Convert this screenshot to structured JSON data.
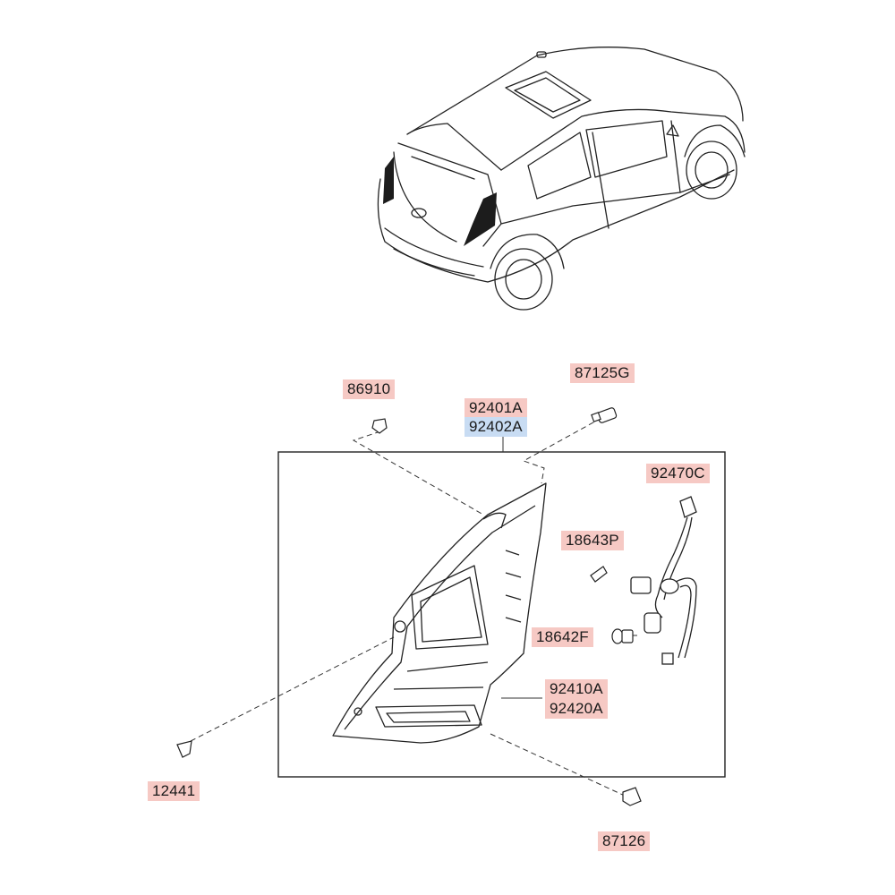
{
  "parts": [
    {
      "id": "86910",
      "label": "86910"
    },
    {
      "id": "92401A",
      "label": "92401A"
    },
    {
      "id": "92402A",
      "label": "92402A"
    },
    {
      "id": "87125G",
      "label": "87125G"
    },
    {
      "id": "92470C",
      "label": "92470C"
    },
    {
      "id": "18643P",
      "label": "18643P"
    },
    {
      "id": "18642F",
      "label": "18642F"
    },
    {
      "id": "92410A",
      "label": "92410A"
    },
    {
      "id": "92420A",
      "label": "92420A"
    },
    {
      "id": "12441",
      "label": "12441"
    },
    {
      "id": "87126",
      "label": "87126"
    }
  ],
  "colors": {
    "label_highlight": "#f6c9c4",
    "label_selected": "#c8dcf3",
    "line": "#222222",
    "dark_fill": "#1c1c1c"
  }
}
